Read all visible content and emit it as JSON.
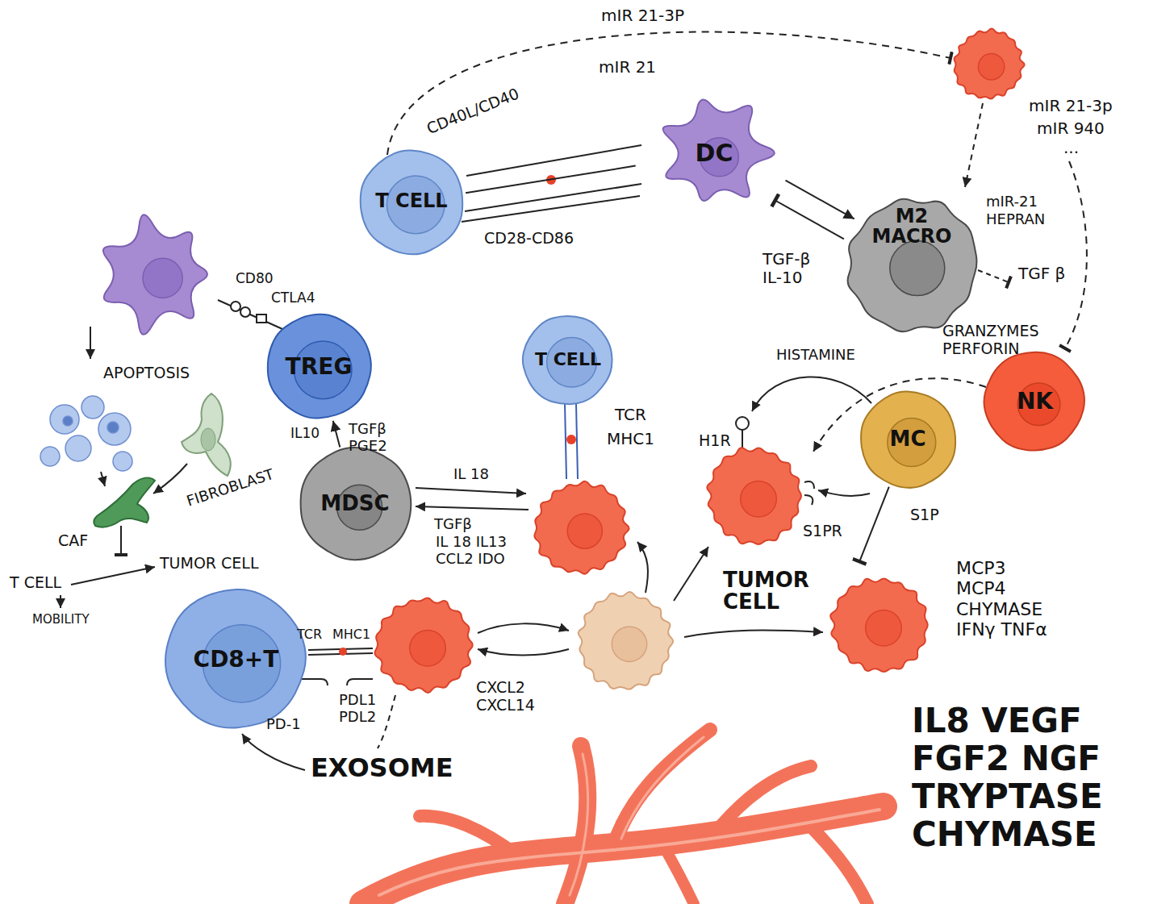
{
  "diagram": {
    "nodes": [
      {
        "text": [
          "T CELL"
        ]
      },
      {
        "text": [
          "DC"
        ]
      },
      {
        "text": [
          "M2 MACRO"
        ]
      },
      {
        "text": [
          "TREG"
        ]
      },
      {
        "text": [
          "T CELL"
        ]
      },
      {
        "text": [
          "MDSC"
        ]
      },
      {
        "text": [
          "NK"
        ]
      },
      {
        "text": [
          "MC"
        ]
      },
      {
        "text": [
          "CD8+T"
        ]
      },
      {
        "text": [
          "TUMOR CELL"
        ]
      }
    ],
    "edges": [
      {
        "from": 0,
        "to": 1,
        "arrow": "none"
      },
      {
        "from": 1,
        "to": 2,
        "arrow": "to"
      },
      {
        "from": 2,
        "to": 1,
        "label": "TGF-β IL-10",
        "arrow": "to"
      },
      {
        "from": 5,
        "to": 3,
        "arrow": "to"
      },
      {
        "from": 7,
        "to": 9,
        "arrow": "to"
      }
    ],
    "labels": [
      "mIR 21-3P",
      "mIR 21",
      "CD40L/CD40",
      "CD28-CD86",
      "mIR 21-3p",
      "mIR 940",
      "...",
      "mIR-21",
      "HEPRAN",
      "TGF β",
      "GRANZYMES PERFORIN",
      "CD80",
      "CTLA4",
      "APOPTOSIS",
      "HISTAMINE",
      "TCR",
      "MHC1",
      "IL10",
      "TGFβ PGE2",
      "H1R",
      "FIBROBLAST",
      "IL 18",
      "TGFβ",
      "IL 18 IL13 CCL2 IDO",
      "S1PR",
      "S1P",
      "CAF",
      "TUMOR CELL",
      "T CELL",
      "MOBILITY",
      "TCR",
      "MHC1",
      "PD-1",
      "PDL1 PDL2",
      "CXCL2 CXCL14",
      "MCP3 MCP4 CHYMASE IFNγ TNFα",
      "EXOSOME",
      "IL8 VEGF FGF2 NGF TRYPTASE CHYMASE"
    ]
  }
}
